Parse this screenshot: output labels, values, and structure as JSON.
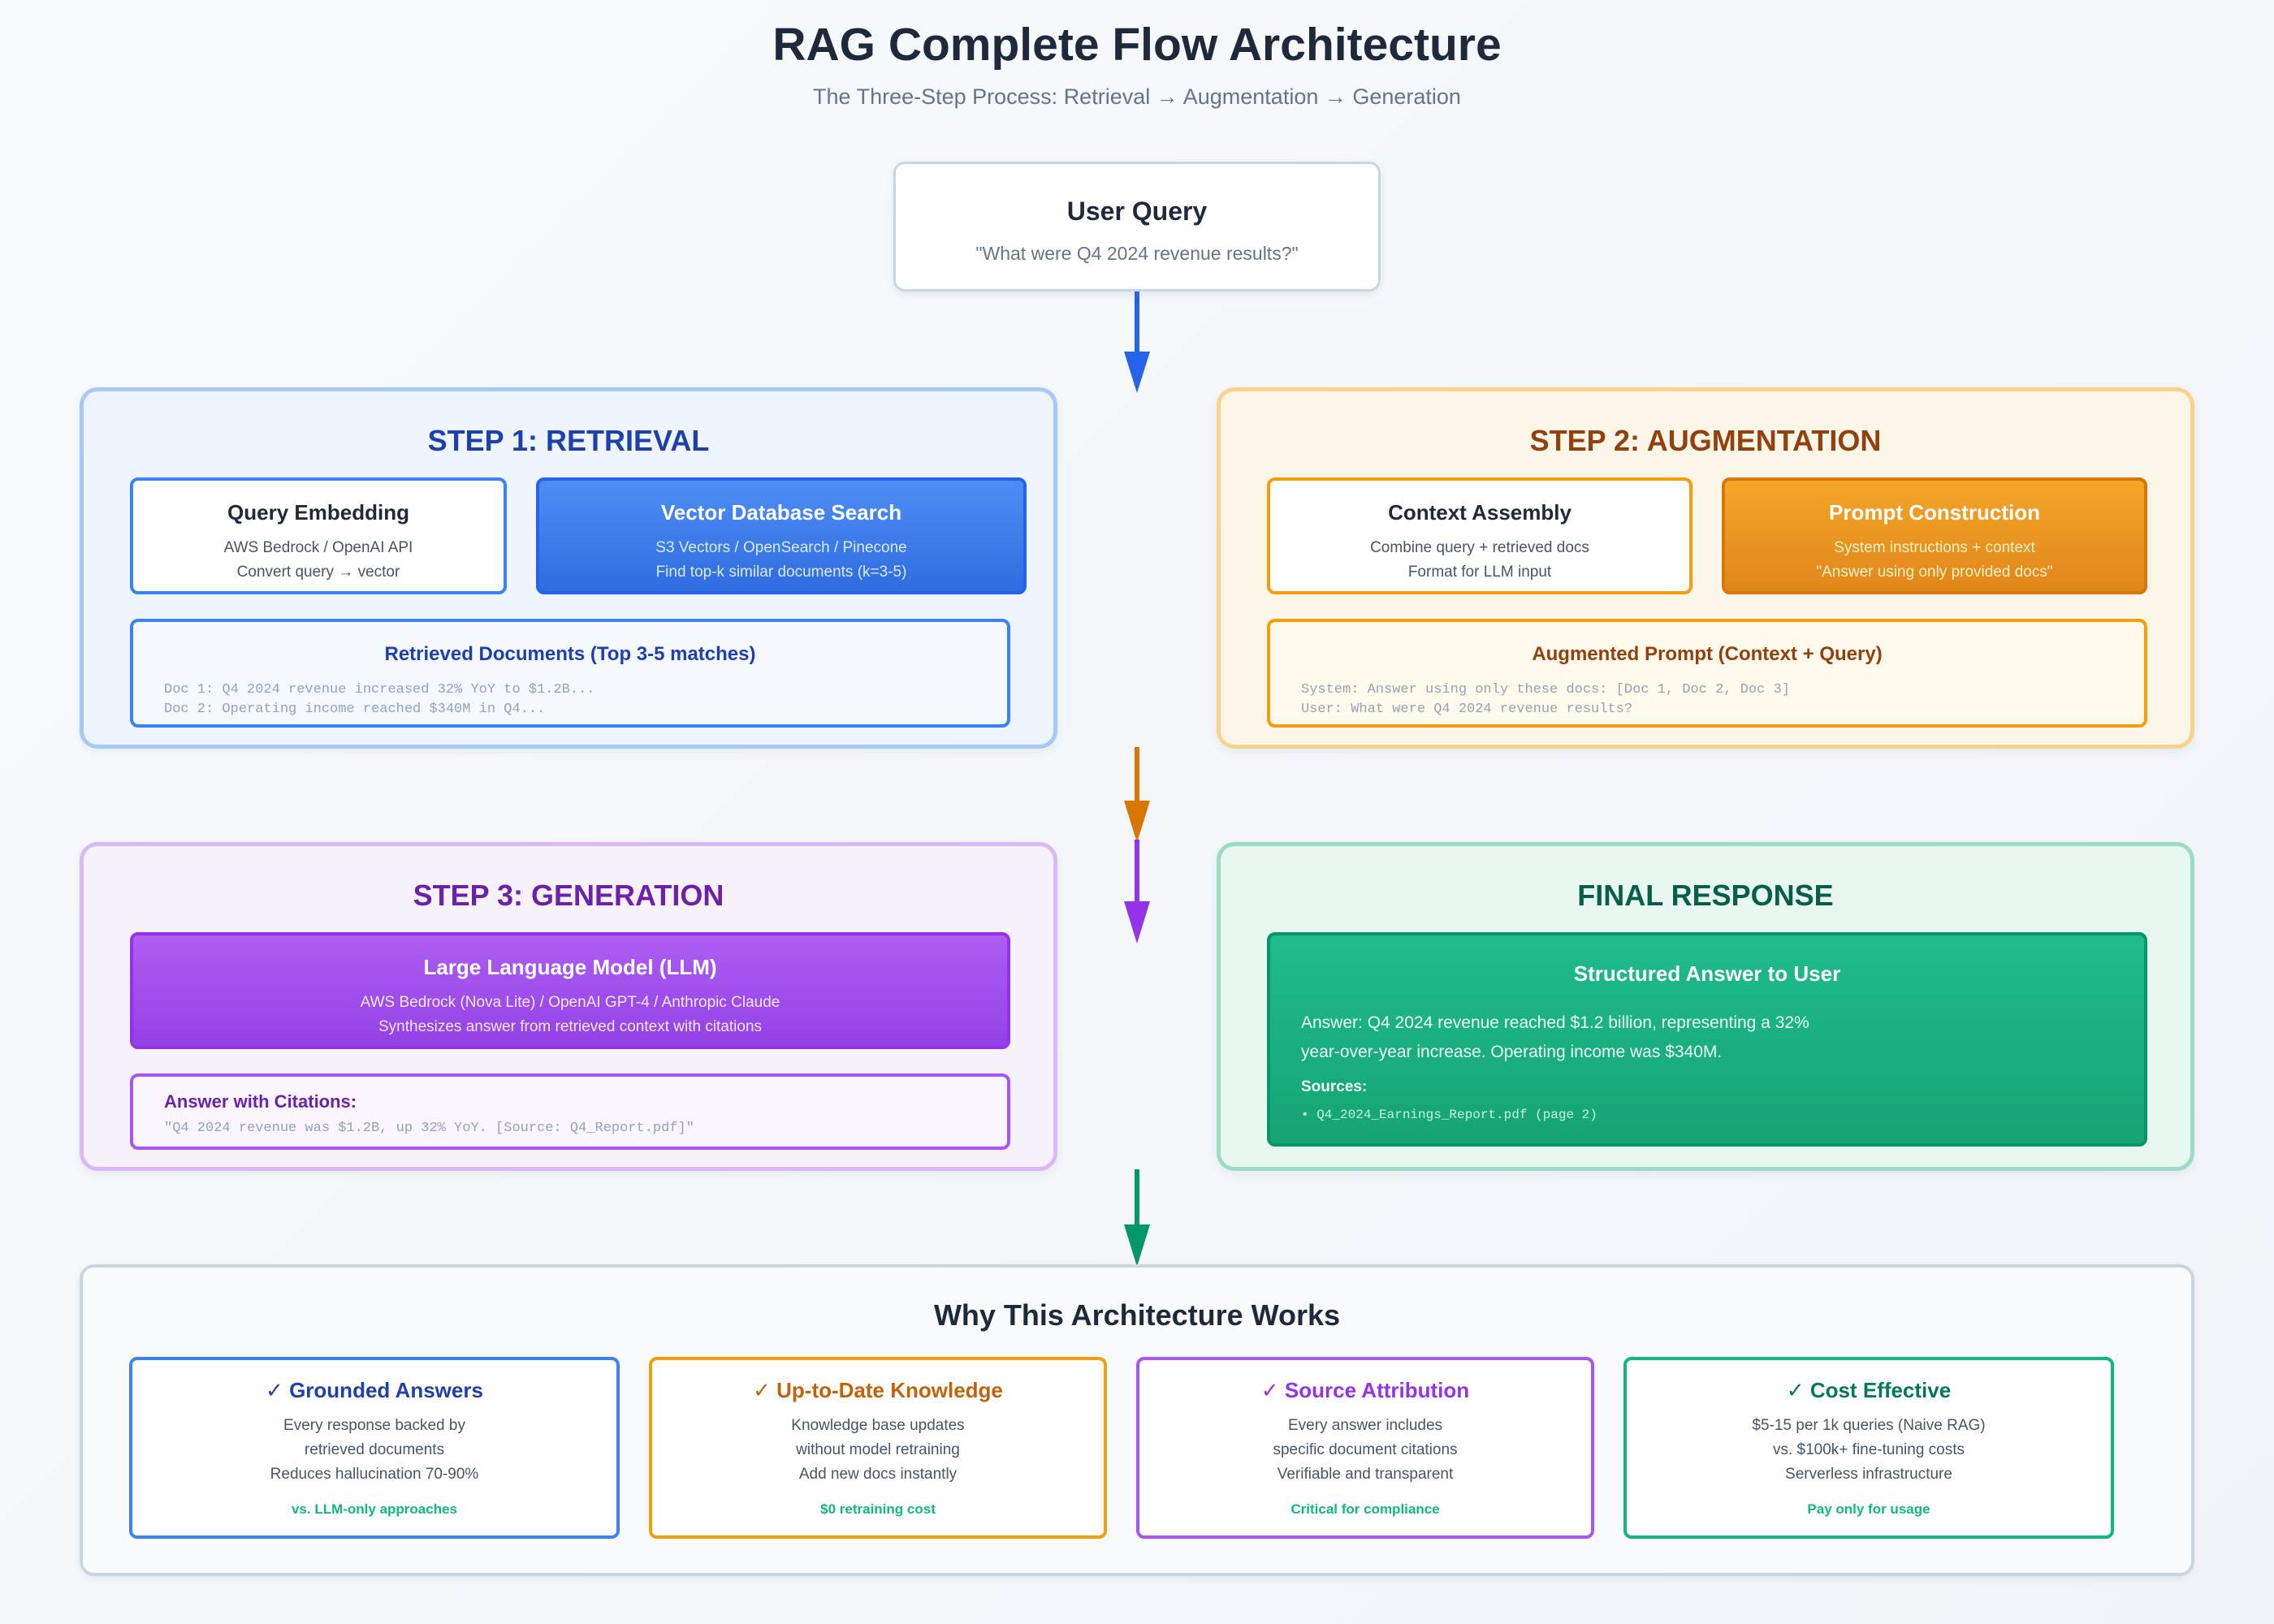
{
  "header": {
    "title": "RAG Complete Flow Architecture",
    "subtitle": "The Three-Step Process: Retrieval → Augmentation → Generation"
  },
  "user_query": {
    "title": "User Query",
    "text": "\"What were Q4 2024 revenue results?\""
  },
  "step1": {
    "title": "STEP 1: RETRIEVAL",
    "query_embedding": {
      "title": "Query Embedding",
      "lines": [
        "AWS Bedrock / OpenAI API",
        "Convert query → vector"
      ]
    },
    "vector_search": {
      "title": "Vector Database Search",
      "lines": [
        "S3 Vectors / OpenSearch / Pinecone",
        "Find top-k similar documents (k=3-5)"
      ]
    },
    "retrieved_docs": {
      "title": "Retrieved Documents (Top 3-5 matches)",
      "lines": [
        "Doc 1: Q4 2024 revenue increased 32% YoY to $1.2B...",
        "Doc 2: Operating income reached $340M in Q4..."
      ]
    }
  },
  "step2": {
    "title": "STEP 2: AUGMENTATION",
    "context_assembly": {
      "title": "Context Assembly",
      "lines": [
        "Combine query + retrieved docs",
        "Format for LLM input"
      ]
    },
    "prompt_construction": {
      "title": "Prompt Construction",
      "lines": [
        "System instructions + context",
        "\"Answer using only provided docs\""
      ]
    },
    "augmented_prompt": {
      "title": "Augmented Prompt (Context + Query)",
      "lines": [
        "System: Answer using only these docs: [Doc 1, Doc 2, Doc 3]",
        "User: What were Q4 2024 revenue results?"
      ]
    }
  },
  "step3": {
    "title": "STEP 3: GENERATION",
    "llm": {
      "title": "Large Language Model (LLM)",
      "lines": [
        "AWS Bedrock (Nova Lite) / OpenAI GPT-4 / Anthropic Claude",
        "Synthesizes answer from retrieved context with citations"
      ]
    },
    "answer": {
      "title": "Answer with Citations:",
      "text": "\"Q4 2024 revenue was $1.2B, up 32% YoY. [Source: Q4_Report.pdf]\""
    }
  },
  "final": {
    "title": "FINAL RESPONSE",
    "card_title": "Structured Answer to User",
    "answer_lines": [
      "Answer: Q4 2024 revenue reached $1.2 billion, representing a 32%",
      "year-over-year increase. Operating income was $340M."
    ],
    "sources_label": "Sources:",
    "source_item": "• Q4_2024_Earnings_Report.pdf (page 2)"
  },
  "benefits": {
    "title": "Why This Architecture Works",
    "items": [
      {
        "check": "✓",
        "title": "Grounded Answers",
        "lines": [
          "Every response backed by",
          "retrieved documents",
          "Reduces hallucination 70-90%"
        ],
        "foot": "vs. LLM-only approaches"
      },
      {
        "check": "✓",
        "title": "Up-to-Date Knowledge",
        "lines": [
          "Knowledge base updates",
          "without model retraining",
          "Add new docs instantly"
        ],
        "foot": "$0 retraining cost"
      },
      {
        "check": "✓",
        "title": "Source Attribution",
        "lines": [
          "Every answer includes",
          "specific document citations",
          "Verifiable and transparent"
        ],
        "foot": "Critical for compliance"
      },
      {
        "check": "✓",
        "title": "Cost Effective",
        "lines": [
          "$5-15 per 1k queries (Naive RAG)",
          "vs. $100k+ fine-tuning costs",
          "Serverless infrastructure"
        ],
        "foot": "Pay only for usage"
      }
    ]
  },
  "colors": {
    "blue": "#2563eb",
    "amber": "#d97706",
    "purple": "#9333ea",
    "green": "#059669"
  }
}
